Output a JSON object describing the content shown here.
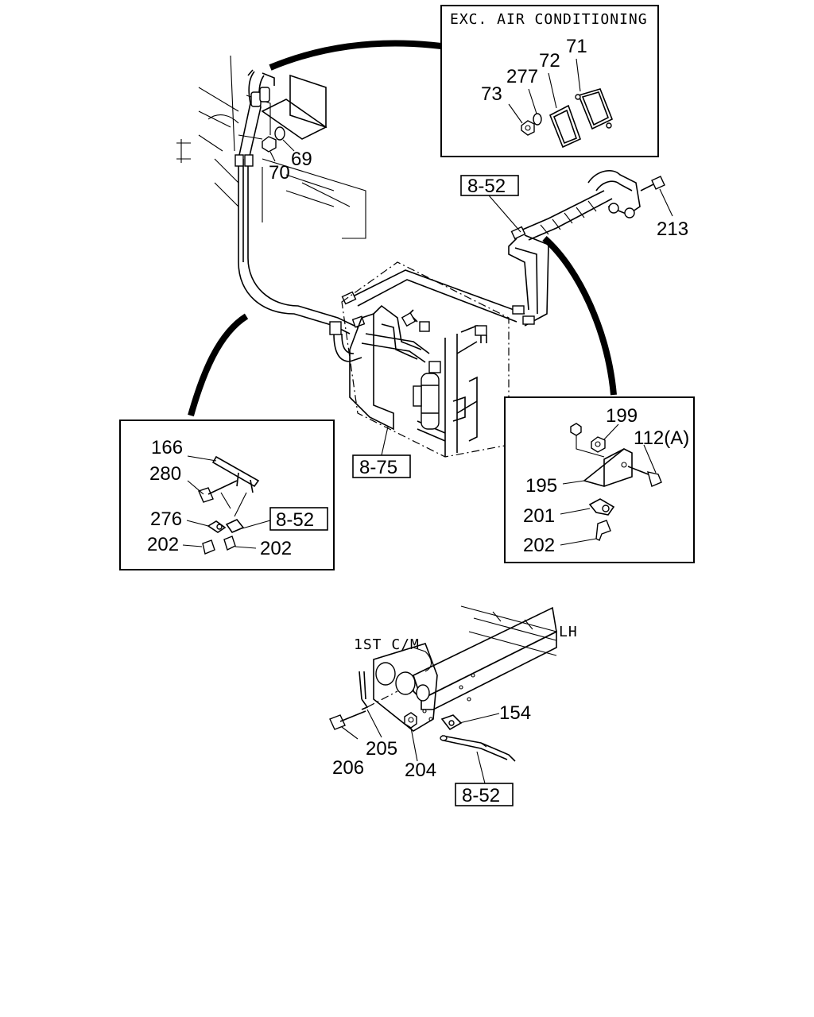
{
  "insets": {
    "exc_ac": {
      "title": "EXC. AIR CONDITIONING",
      "labels": {
        "p71": "71",
        "p72": "72",
        "p277": "277",
        "p73": "73"
      }
    },
    "left_clip": {
      "labels": {
        "p166": "166",
        "p280": "280",
        "p276": "276",
        "p202a": "202",
        "p202b": "202"
      },
      "ref": "8-52"
    },
    "right_bracket": {
      "labels": {
        "p199": "199",
        "p112": "112(A)",
        "p195": "195",
        "p201": "201",
        "p202": "202"
      }
    }
  },
  "main": {
    "labels": {
      "p69": "69",
      "p70": "70",
      "p213": "213"
    },
    "ref_top": "8-52",
    "ref_condenser": "8-75"
  },
  "frame_detail": {
    "side": "LH",
    "crossmember": "1ST C/M",
    "labels": {
      "p154": "154",
      "p205": "205",
      "p206": "206",
      "p204": "204"
    },
    "ref": "8-52"
  }
}
